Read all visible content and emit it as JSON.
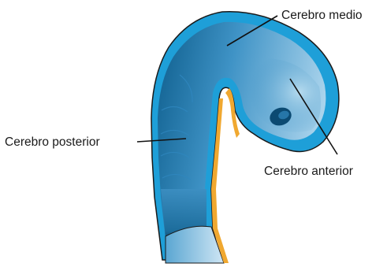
{
  "labels": {
    "midbrain": "Cerebro medio",
    "hindbrain": "Cerebro posterior",
    "forebrain": "Cerebro anterior"
  },
  "colors": {
    "outer_blue": "#1e9fd8",
    "inner_dark": "#0e5f8c",
    "inner_light": "#6fb8de",
    "orange_edge": "#f0a830",
    "outline": "#1a1a1a"
  }
}
